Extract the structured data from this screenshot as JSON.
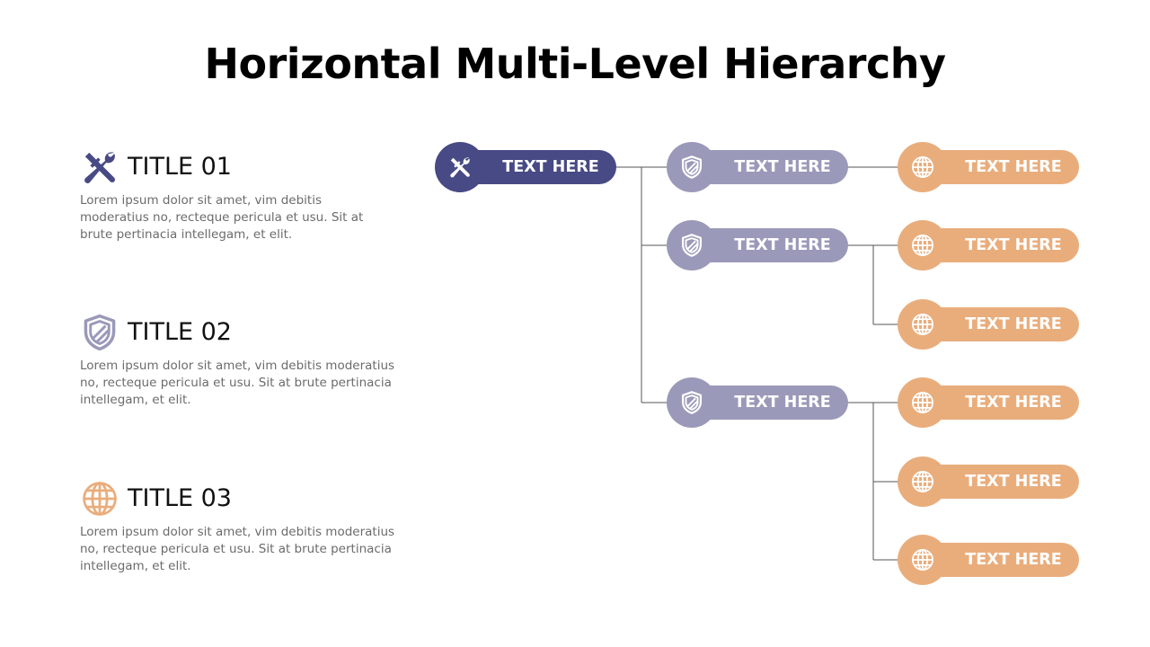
{
  "page": {
    "title": "Horizontal Multi-Level Hierarchy"
  },
  "colors": {
    "level1": "#474a84",
    "level2": "#9a99b9",
    "level3": "#e9ad7c",
    "connector": "#555555"
  },
  "legend": [
    {
      "title": "TITLE 01",
      "icon": "tools-icon",
      "body": "Lorem ipsum dolor sit amet, vim debitis moderatius no, recteque pericula et usu. Sit at brute pertinacia intellegam, et elit."
    },
    {
      "title": "TITLE 02",
      "icon": "shield-icon",
      "body": "Lorem ipsum dolor sit amet, vim debitis moderatius no, recteque pericula et usu. Sit at brute pertinacia intellegam, et elit."
    },
    {
      "title": "TITLE 03",
      "icon": "globe-icon",
      "body": "Lorem ipsum dolor sit amet, vim debitis moderatius no, recteque pericula et usu. Sit at brute pertinacia intellegam, et elit."
    }
  ],
  "hierarchy": {
    "root": {
      "label": "TEXT HERE",
      "icon": "tools-icon"
    },
    "level2": [
      {
        "label": "TEXT HERE",
        "icon": "shield-icon",
        "children": [
          {
            "label": "TEXT HERE",
            "icon": "globe-icon"
          }
        ]
      },
      {
        "label": "TEXT HERE",
        "icon": "shield-icon",
        "children": [
          {
            "label": "TEXT HERE",
            "icon": "globe-icon"
          },
          {
            "label": "TEXT HERE",
            "icon": "globe-icon"
          }
        ]
      },
      {
        "label": "TEXT HERE",
        "icon": "shield-icon",
        "children": [
          {
            "label": "TEXT HERE",
            "icon": "globe-icon"
          },
          {
            "label": "TEXT HERE",
            "icon": "globe-icon"
          },
          {
            "label": "TEXT HERE",
            "icon": "globe-icon"
          }
        ]
      }
    ]
  }
}
